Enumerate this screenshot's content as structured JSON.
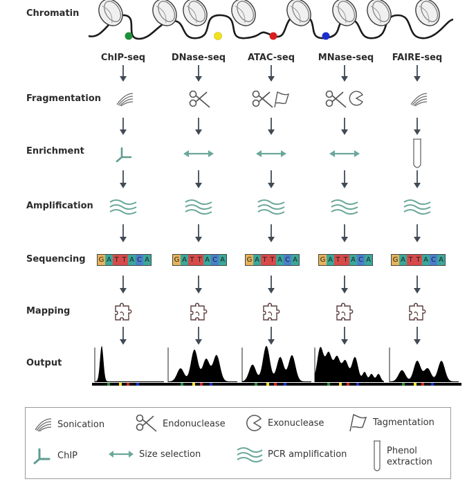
{
  "rows": {
    "chromatin": "Chromatin",
    "fragmentation": "Fragmentation",
    "enrichment": "Enrichment",
    "amplification": "Amplification",
    "sequencing": "Sequencing",
    "mapping": "Mapping",
    "output": "Output"
  },
  "methods": [
    {
      "name": "ChIP-seq",
      "fragment": "sonication-icon",
      "enrich": "chip-icon"
    },
    {
      "name": "DNase-seq",
      "fragment": "endonuclease-icon",
      "enrich": "size-selection-icon"
    },
    {
      "name": "ATAC-seq",
      "fragment": "endonuclease-tagmentation-icon",
      "enrich": "size-selection-icon"
    },
    {
      "name": "MNase-seq",
      "fragment": "endonuclease-exonuclease-icon",
      "enrich": "size-selection-icon"
    },
    {
      "name": "FAIRE-seq",
      "fragment": "sonication-icon",
      "enrich": "phenol-tube-icon"
    }
  ],
  "sequence_letters": [
    "G",
    "A",
    "T",
    "T",
    "A",
    "C",
    "A"
  ],
  "colors": {
    "accent": "#6aa89a",
    "arrow": "#3f4a55",
    "dot_green": "#1f8f3a",
    "dot_yellow": "#f2e21c",
    "dot_red": "#d81e1e",
    "dot_blue": "#1a2fd0",
    "base_G": "#e7b35a",
    "base_A": "#3aa89a",
    "base_T": "#d84a4a",
    "base_C": "#4a7fd0"
  },
  "legend": {
    "sonication": "Sonication",
    "endonuclease": "Endonuclease",
    "exonuclease": "Exonuclease",
    "tagmentation": "Tagmentation",
    "chip": "ChIP",
    "size_selection": "Size selection",
    "pcr": "PCR amplification",
    "phenol_line1": "Phenol",
    "phenol_line2": "extraction"
  },
  "output_profiles": [
    {
      "method": "ChIP-seq",
      "peaks": [
        [
          0.1,
          0.95,
          0.025
        ]
      ]
    },
    {
      "method": "DNase-seq",
      "peaks": [
        [
          0.18,
          0.35,
          0.05
        ],
        [
          0.38,
          0.85,
          0.05
        ],
        [
          0.55,
          0.6,
          0.05
        ],
        [
          0.7,
          0.7,
          0.05
        ]
      ]
    },
    {
      "method": "ATAC-seq",
      "peaks": [
        [
          0.15,
          0.45,
          0.05
        ],
        [
          0.35,
          0.95,
          0.05
        ],
        [
          0.55,
          0.65,
          0.05
        ],
        [
          0.72,
          0.7,
          0.05
        ]
      ]
    },
    {
      "method": "MNase-seq",
      "peaks": [
        [
          0.08,
          0.9,
          0.045
        ],
        [
          0.2,
          0.75,
          0.045
        ],
        [
          0.32,
          0.65,
          0.045
        ],
        [
          0.44,
          0.55,
          0.045
        ],
        [
          0.58,
          0.65,
          0.045
        ],
        [
          0.72,
          0.25,
          0.03
        ],
        [
          0.82,
          0.2,
          0.03
        ],
        [
          0.92,
          0.2,
          0.03
        ]
      ]
    },
    {
      "method": "FAIRE-seq",
      "peaks": [
        [
          0.18,
          0.3,
          0.05
        ],
        [
          0.4,
          0.55,
          0.05
        ],
        [
          0.55,
          0.35,
          0.05
        ],
        [
          0.75,
          0.55,
          0.05
        ]
      ]
    }
  ]
}
